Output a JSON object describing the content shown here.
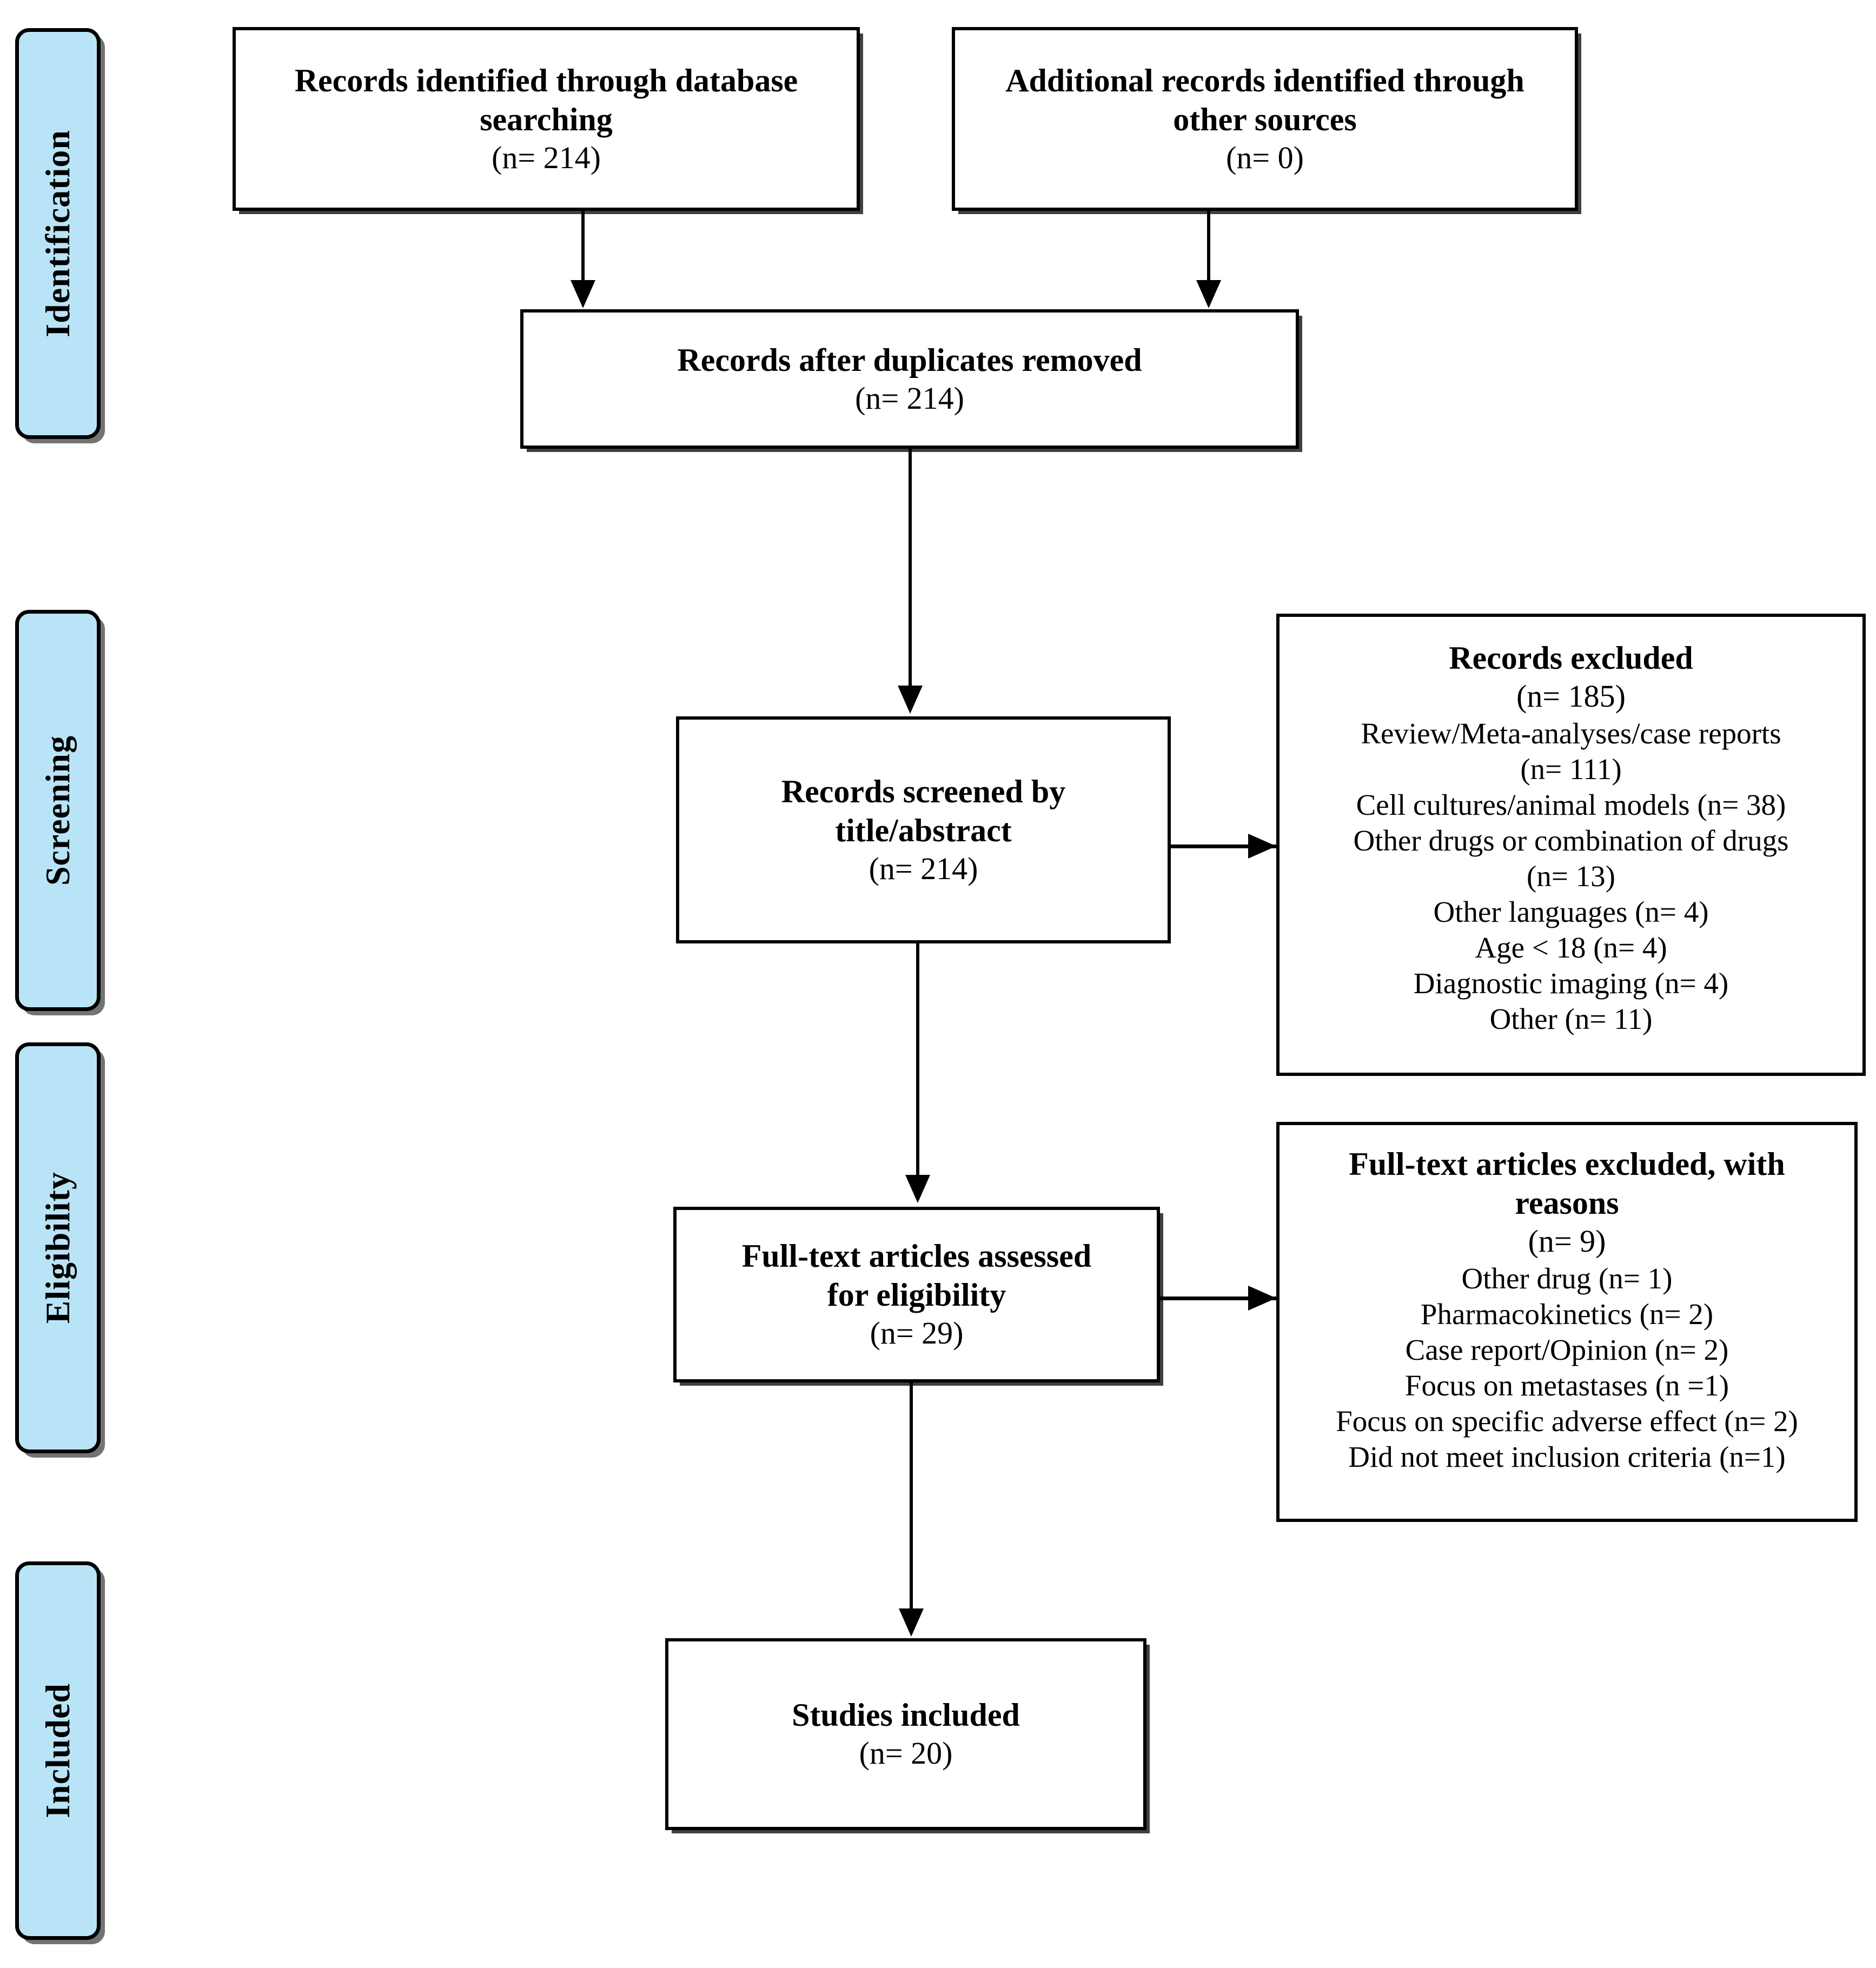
{
  "diagram": {
    "type": "PRISMA flow diagram",
    "accent_color": "#b9e4f7",
    "line_color": "#000000"
  },
  "stages": [
    {
      "label": "Identification"
    },
    {
      "label": "Screening"
    },
    {
      "label": "Eligibility"
    },
    {
      "label": "Included"
    }
  ],
  "boxes": {
    "db_search": {
      "title": "Records identified through database\nsearching",
      "count": "(n= 214)"
    },
    "other_sources": {
      "title": "Additional records identified through\nother sources",
      "count": "(n= 0)"
    },
    "duplicates_removed": {
      "title": "Records after duplicates removed",
      "count": "(n= 214)"
    },
    "screened": {
      "title": "Records screened by\ntitle/abstract",
      "count": "(n= 214)"
    },
    "records_excluded": {
      "title": "Records excluded",
      "count": "(n= 185)",
      "reasons": [
        "Review/Meta-analyses/case reports",
        "(n= 111)",
        "Cell cultures/animal models (n= 38)",
        "Other drugs or combination of drugs",
        "(n= 13)",
        "Other languages (n= 4)",
        "Age < 18 (n= 4)",
        "Diagnostic imaging (n= 4)",
        "Other (n= 11)"
      ]
    },
    "fulltext_assessed": {
      "title": "Full-text articles assessed\nfor eligibility",
      "count": "(n= 29)"
    },
    "fulltext_excluded": {
      "title": "Full-text articles excluded, with\nreasons",
      "count": "(n= 9)",
      "reasons": [
        "Other drug (n= 1)",
        "Pharmacokinetics (n= 2)",
        "Case report/Opinion (n= 2)",
        "Focus on metastases (n =1)",
        "Focus on specific adverse effect (n= 2)",
        "Did not meet inclusion criteria (n=1)"
      ]
    },
    "studies_included": {
      "title": "Studies included",
      "count": "(n= 20)"
    }
  }
}
